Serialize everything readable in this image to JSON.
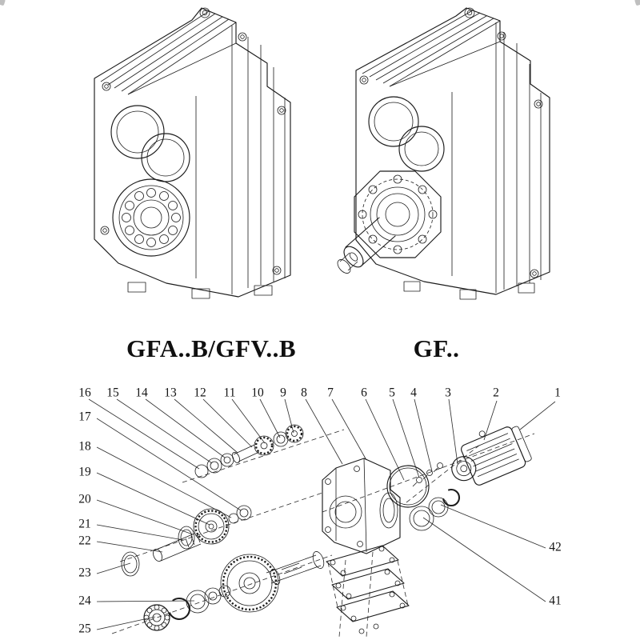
{
  "page": {
    "background": "#ffffff",
    "ink": "#1c1c1c"
  },
  "models": {
    "left_label": "GFA..B/GFV..B",
    "right_label": "GF.."
  },
  "exploded": {
    "top_row": [
      "16",
      "15",
      "14",
      "13",
      "12",
      "11",
      "10",
      "9",
      "8",
      "7",
      "6",
      "5",
      "4",
      "3",
      "2",
      "1"
    ],
    "left_column": [
      "17",
      "18",
      "19",
      "20",
      "21",
      "22",
      "23",
      "24",
      "25"
    ],
    "right_column": [
      "42",
      "41"
    ]
  }
}
